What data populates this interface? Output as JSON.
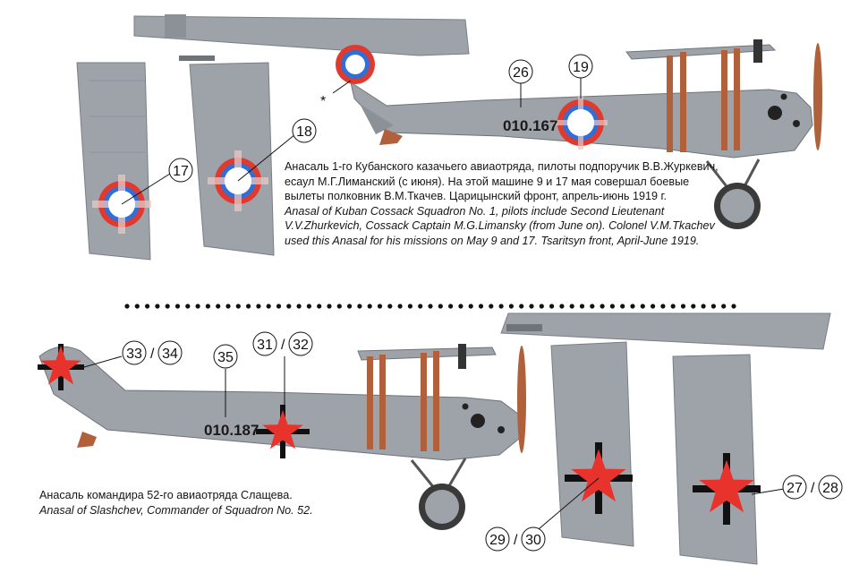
{
  "captions": {
    "top_ru": "Анасаль 1-го Кубанского казачьего авиаотряда, пилоты подпоручик В.В.Журкевич, есаул М.Г.Лиманский (с июня). На этой машине 9 и 17 мая совершал боевые вылеты полковник В.М.Ткачев. Царицынский фронт, апрель-июнь 1919 г.",
    "top_en": "Anasal of Kuban Cossack Squadron No. 1, pilots include Second Lieutenant V.V.Zhurkevich, Cossack Captain M.G.Limansky (from June on). Colonel V.M.Tkachev used this Anasal for his missions on May 9 and 17. Tsaritsyn front, April-June 1919.",
    "bottom_ru": "Анасаль командира 52-го авиаотряда Слащева.",
    "bottom_en": "Anasal of Slashchev, Commander of Squadron No. 52."
  },
  "aircraft_top": {
    "serial": "010.167",
    "callouts": {
      "c17": "17",
      "c18": "18",
      "c19": "19",
      "c26": "26"
    },
    "asterisk": "*"
  },
  "aircraft_bottom": {
    "serial": "010.187",
    "callouts": {
      "c27": "27",
      "c28": "28",
      "c29": "29",
      "c30": "30",
      "c31": "31",
      "c32": "32",
      "c33": "33",
      "c34": "34",
      "c35": "35"
    },
    "slash": "/"
  },
  "colors": {
    "airframe_grey": "#9ea3aa",
    "roundel_red": "#e03a2f",
    "roundel_blue": "#2f6fd6",
    "star_red": "#e8332d",
    "strut_brown": "#b0613c"
  },
  "icons": [
    "russian-roundel-icon",
    "red-star-cross-icon",
    "propeller-icon"
  ]
}
